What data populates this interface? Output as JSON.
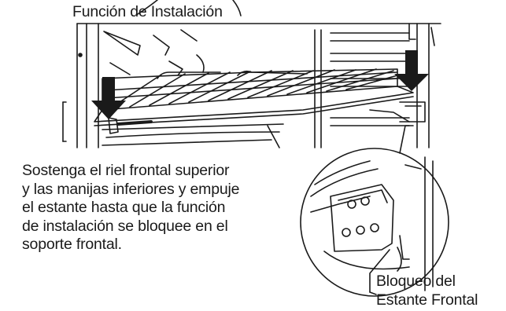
{
  "labels": {
    "feature_title": "Función de Instalación",
    "instruction_lines": [
      "Sostenga el riel frontal superior",
      "y las manijas inferiores y empuje",
      "el estante hasta que la función",
      "de instalación se bloquee en el",
      "soporte frontal."
    ],
    "callout_lines": [
      "Bloqueo del",
      "Estante Frontal"
    ]
  },
  "colors": {
    "line": "#1a1a1a",
    "arrow": "#1a1a1a",
    "background": "#ffffff"
  },
  "icons": [
    "down-arrow-icon-left",
    "down-arrow-icon-right"
  ]
}
